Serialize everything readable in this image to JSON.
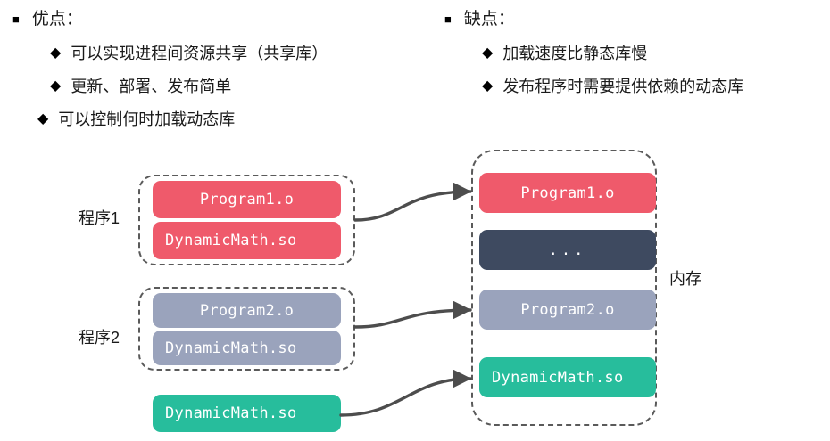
{
  "slide": {
    "pros": {
      "marker": "■",
      "heading": "优点：",
      "sub_marker": "◆",
      "items": [
        "可以实现进程间资源共享（共享库）",
        "更新、部署、发布简单",
        "可以控制何时加载动态库"
      ]
    },
    "cons": {
      "marker": "■",
      "heading": "缺点：",
      "sub_marker": "◆",
      "items": [
        "加载速度比静态库慢",
        "发布程序时需要提供依赖的动态库"
      ]
    }
  },
  "diagram": {
    "colors": {
      "red": "#EF5A6B",
      "navy": "#3E4A60",
      "bluegray": "#9AA3BC",
      "green": "#27BD9C",
      "dashed_border": "#5a5a5a",
      "arrow": "#4d4d4d",
      "chip_text": "#ffffff"
    },
    "program1": {
      "label": "程序1",
      "chips": [
        {
          "text": "Program1.o",
          "color": "red",
          "align": "center"
        },
        {
          "text": "DynamicMath.so",
          "color": "red",
          "align": "lead"
        }
      ]
    },
    "program2": {
      "label": "程序2",
      "chips": [
        {
          "text": "Program2.o",
          "color": "bluegray",
          "align": "center"
        },
        {
          "text": "DynamicMath.so",
          "color": "bluegray",
          "align": "lead"
        }
      ]
    },
    "standalone": {
      "text": "DynamicMath.so",
      "color": "green",
      "align": "lead"
    },
    "memory": {
      "label": "内存",
      "chips": [
        {
          "text": "Program1.o",
          "color": "red",
          "align": "center"
        },
        {
          "text": "...",
          "color": "navy",
          "align": "center"
        },
        {
          "text": "Program2.o",
          "color": "bluegray",
          "align": "center"
        },
        {
          "text": "DynamicMath.so",
          "color": "green",
          "align": "lead"
        }
      ]
    }
  }
}
